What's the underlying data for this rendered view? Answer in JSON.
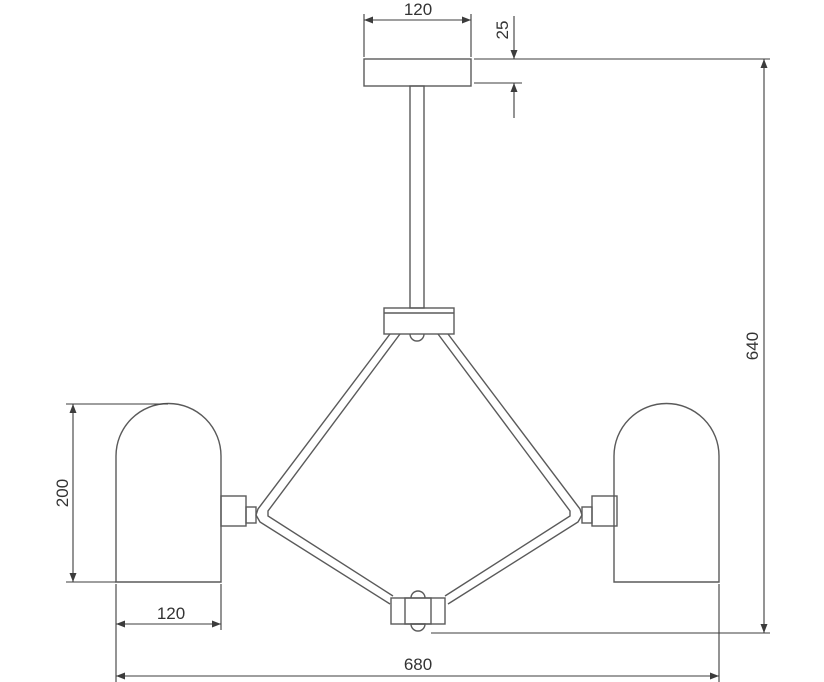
{
  "dimensions": {
    "canopy_width": "120",
    "canopy_height": "25",
    "total_height": "640",
    "shade_height": "200",
    "shade_width": "120",
    "total_width": "680"
  },
  "colors": {
    "line": "#5a5a5a",
    "dimension_line": "#3c3c3c",
    "background": "#ffffff"
  }
}
